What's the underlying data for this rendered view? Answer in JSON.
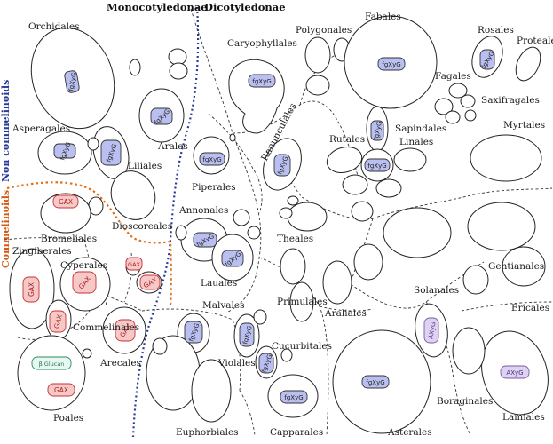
{
  "headers": {
    "monocots": "Monocotyledonae",
    "dicots": "Dicotyledonae",
    "non_commelinoids": "Non commelinoids",
    "commelinoids": "Commelinoids"
  },
  "orders": {
    "orchidales": "Orchidales",
    "asperagales": "Asperagales",
    "liliales": "Liliales",
    "arales": "Arales",
    "dioscoreales": "Dioscoreales",
    "bromeliales": "Bromeliales",
    "zingiberales": "Zingiberales",
    "cyperales": "Cyperales",
    "commelinales": "Commelinales",
    "arecales": "Arecales",
    "poales": "Poales",
    "caryophyllales": "Caryophyllales",
    "polygonales": "Polygonales",
    "piperales": "Piperales",
    "ranunculales": "Ranunculales",
    "annonales": "Annonales",
    "lauales": "Lauales",
    "theales": "Theales",
    "fabales": "Fabales",
    "rosales": "Rosales",
    "proteales": "Proteales",
    "fagales": "Fagales",
    "saxifragales": "Saxifragales",
    "rutales": "Rutales",
    "sapindales": "Sapindales",
    "linales": "Linales",
    "myrtales": "Myrtales",
    "gentianales": "Gentianales",
    "ericales": "Ericales",
    "solanales": "Solanales",
    "malvales": "Malvales",
    "primulales": "Primulales",
    "araliales": "Araliales",
    "cucurbitales": "Cucurbitales",
    "violales": "Violales",
    "boraginales": "Boraginales",
    "lamiales": "Lamiales",
    "euphorbiales": "Euphorbiales",
    "capparales": "Capparales",
    "asterales": "Asterales"
  },
  "polymers": {
    "fgxyg": "fgXyG",
    "gax": "GAX",
    "beta_glucan": "β Glucan",
    "axyg": "AXyG"
  },
  "colors": {
    "fgxyg_fill": "#b9bff0",
    "gax_fill": "#f6c9c9",
    "gax_stroke": "#c83030",
    "glucan_stroke": "#2a8a6a",
    "axyg_fill": "#ddd2f0",
    "monocot_dicot_divider": "#2a3a9a",
    "commelinoid_divider": "#e0701a"
  }
}
